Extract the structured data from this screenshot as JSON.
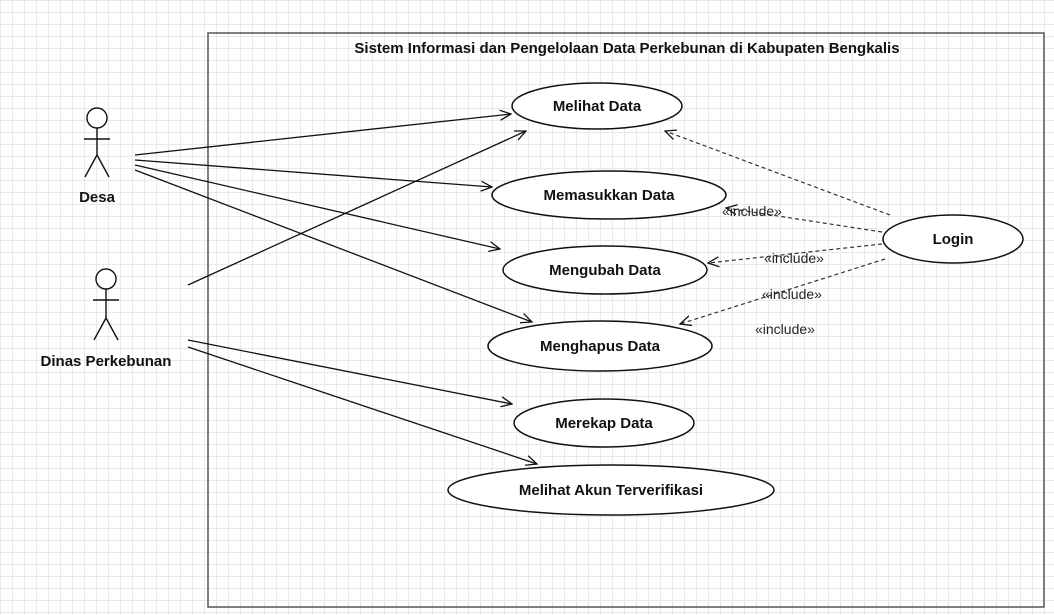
{
  "system": {
    "title": "Sistem Informasi dan Pengelolaan Data Perkebunan di Kabupaten Bengkalis"
  },
  "actors": {
    "desa": "Desa",
    "dinas": "Dinas Perkebunan"
  },
  "use_cases": {
    "melihat_data": "Melihat Data",
    "memasukkan_data": "Memasukkan Data",
    "mengubah_data": "Mengubah Data",
    "menghapus_data": "Menghapus Data",
    "merekap_data": "Merekap Data",
    "melihat_akun": "Melihat Akun Terverifikasi",
    "login": "Login"
  },
  "relations": {
    "include_1": "«include»",
    "include_2": "«include»",
    "include_3": "«include»",
    "include_4": "«include»"
  }
}
